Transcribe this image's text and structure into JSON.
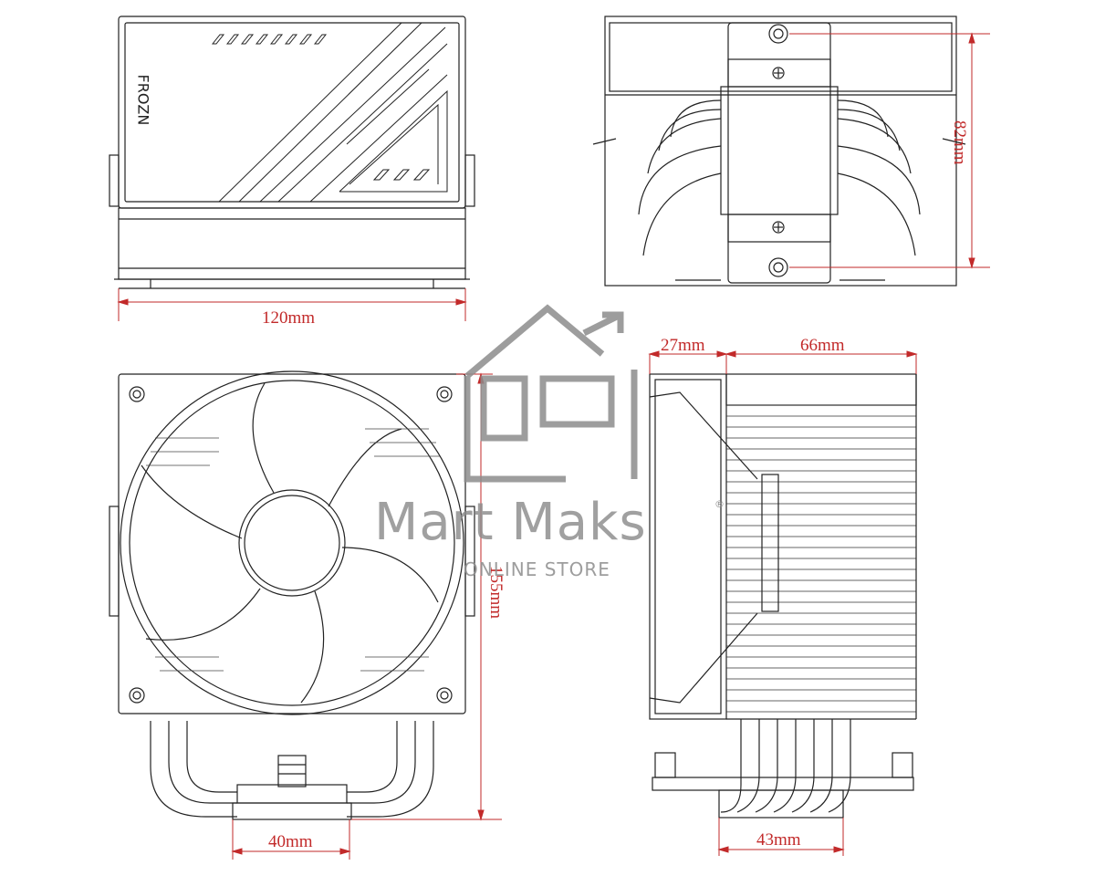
{
  "dimensions": {
    "width_120": "120mm",
    "height_82": "82mm",
    "fan_depth_27": "27mm",
    "fin_depth_66": "66mm",
    "height_155": "155mm",
    "base_width_40": "40mm",
    "base_width_43": "43mm"
  },
  "product_logo_text": "FROZN",
  "watermark": {
    "brand": "Mart Maks",
    "tagline": "ONLINE STORE",
    "registered_mark": "®"
  },
  "colors": {
    "line": "#222222",
    "dimension": "#c22a2a",
    "watermark": "#8c8c8c"
  }
}
